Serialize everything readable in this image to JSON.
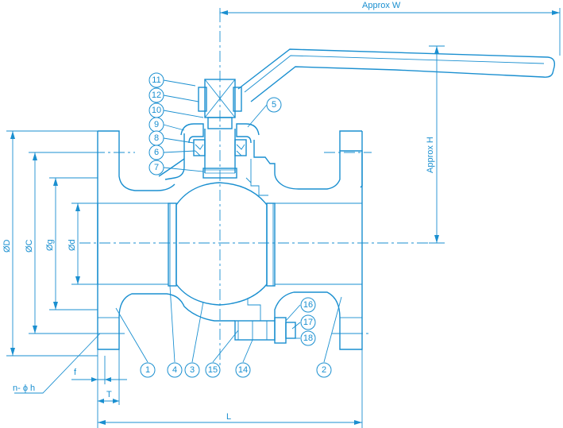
{
  "dimensions": {
    "width_label": "Approx W",
    "height_label": "Approx H",
    "length_label": "L",
    "od_label": "ØD",
    "oc_label": "ØC",
    "og_label": "Øg",
    "odd_label": "Ød",
    "holes_label": "n- ϕ h",
    "f_label": "f",
    "t_label": "T"
  },
  "balloons": [
    "1",
    "2",
    "3",
    "4",
    "5",
    "6",
    "7",
    "8",
    "9",
    "10",
    "11",
    "12",
    "14",
    "15",
    "16",
    "17",
    "18"
  ],
  "colors": {
    "line": "#1a8fd0",
    "background": "#ffffff"
  }
}
